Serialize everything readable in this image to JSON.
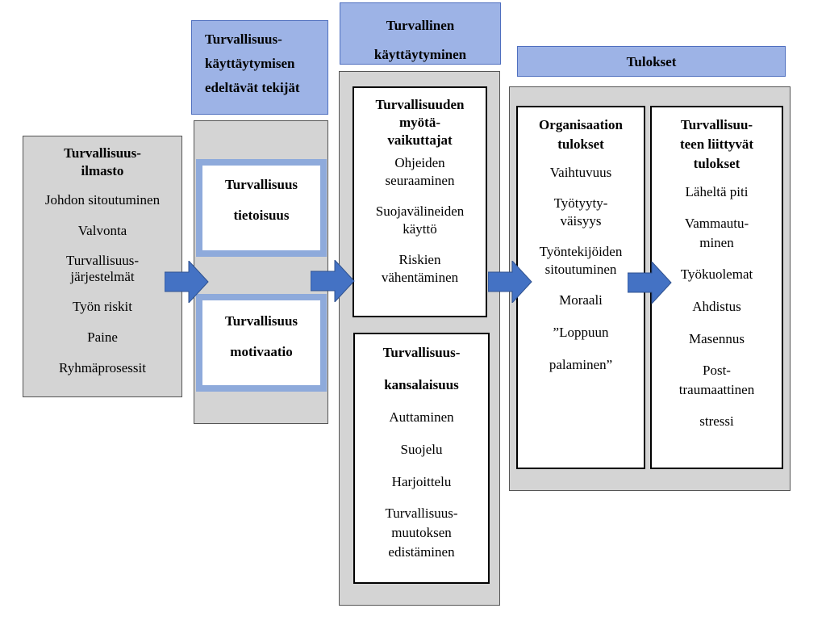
{
  "headers": {
    "antecedents": "Turvallisuus-\nkäyttäytymisen\nedeltävät tekijät",
    "behaviour": "Turvallinen\nkäyttäytyminen",
    "outcomes": "Tulokset"
  },
  "climate": {
    "title": "Turvallisuus-\nilmasto",
    "items": [
      "Johdon sitoutuminen",
      "Valvonta",
      "Turvallisuus-\njärjestelmät",
      "Työn riskit",
      "Paine",
      "Ryhmäprosessit"
    ]
  },
  "antecedents": {
    "knowledge_line1": "Turvallisuus",
    "knowledge_line2": "tietoisuus",
    "motivation_line1": "Turvallisuus",
    "motivation_line2": "motivaatio"
  },
  "compliance": {
    "title": "Turvallisuuden\nmyötä-\nvaikuttajat",
    "items": [
      "Ohjeiden\nseuraaminen",
      "Suojavälineiden\nkäyttö",
      "Riskien\nvähentäminen"
    ]
  },
  "citizenship": {
    "title_line1": "Turvallisuus-",
    "title_line2": "kansalaisuus",
    "items": [
      "Auttaminen",
      "Suojelu",
      "Harjoittelu",
      "Turvallisuus-\nmuutoksen\nedistäminen"
    ]
  },
  "org_outcomes": {
    "title": "Organisaation\ntulokset",
    "items": [
      "Vaihtuvuus",
      "Työtyyty-\nväisyys",
      "Työntekijöiden\nsitoutuminen",
      "Moraali",
      "”Loppuun",
      "palaminen”"
    ]
  },
  "safety_outcomes": {
    "title": "Turvallisuu-\nteen liittyvät\ntulokset",
    "items": [
      "Läheltä piti",
      "Vammautu-\nminen",
      "Työkuolemat",
      "Ahdistus",
      "Masennus",
      "Post-\ntraumaattinen",
      "stressi"
    ]
  },
  "colors": {
    "arrow": "#4472c4",
    "header": "#9db3e6",
    "panel": "#d4d4d4",
    "inner_border": "#8eaadb"
  }
}
